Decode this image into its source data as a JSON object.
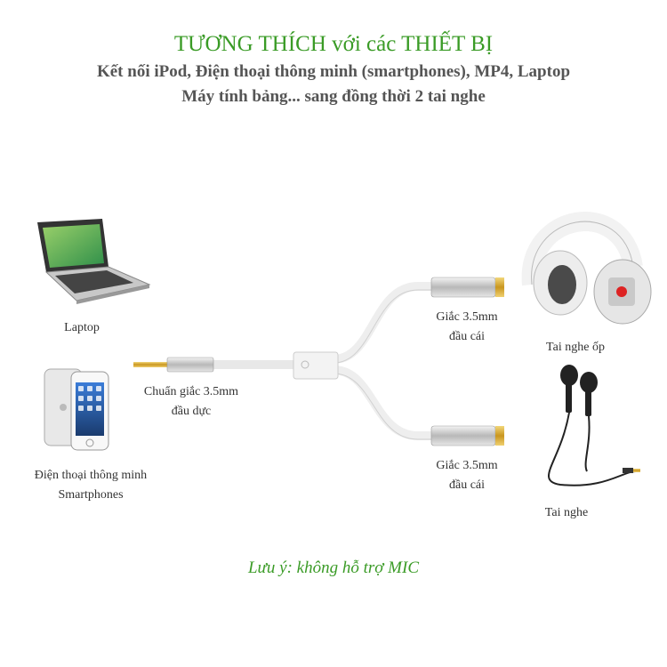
{
  "header": {
    "title": "TƯƠNG THÍCH với các THIẾT BỊ",
    "line1": "Kết nối iPod, Điện thoại thông minh (smartphones), MP4, Laptop",
    "line2": "Máy tính bảng... sang đồng thời 2 tai nghe"
  },
  "labels": {
    "laptop": "Laptop",
    "phone_line1": "Điện thoại thông minh",
    "phone_line2": "Smartphones",
    "male_line1": "Chuẩn giắc 3.5mm",
    "male_line2": "đầu dực",
    "female_top_line1": "Giắc 3.5mm",
    "female_top_line2": "đầu cái",
    "female_bottom_line1": "Giắc 3.5mm",
    "female_bottom_line2": "đầu cái",
    "headphones": "Tai nghe ốp",
    "earphones": "Tai nghe"
  },
  "note": "Lưu ý: không hỗ trợ MIC",
  "colors": {
    "accent": "#3a9b26",
    "text": "#333333",
    "cable": "#f2f2f2",
    "gold": "#d9b23a"
  }
}
